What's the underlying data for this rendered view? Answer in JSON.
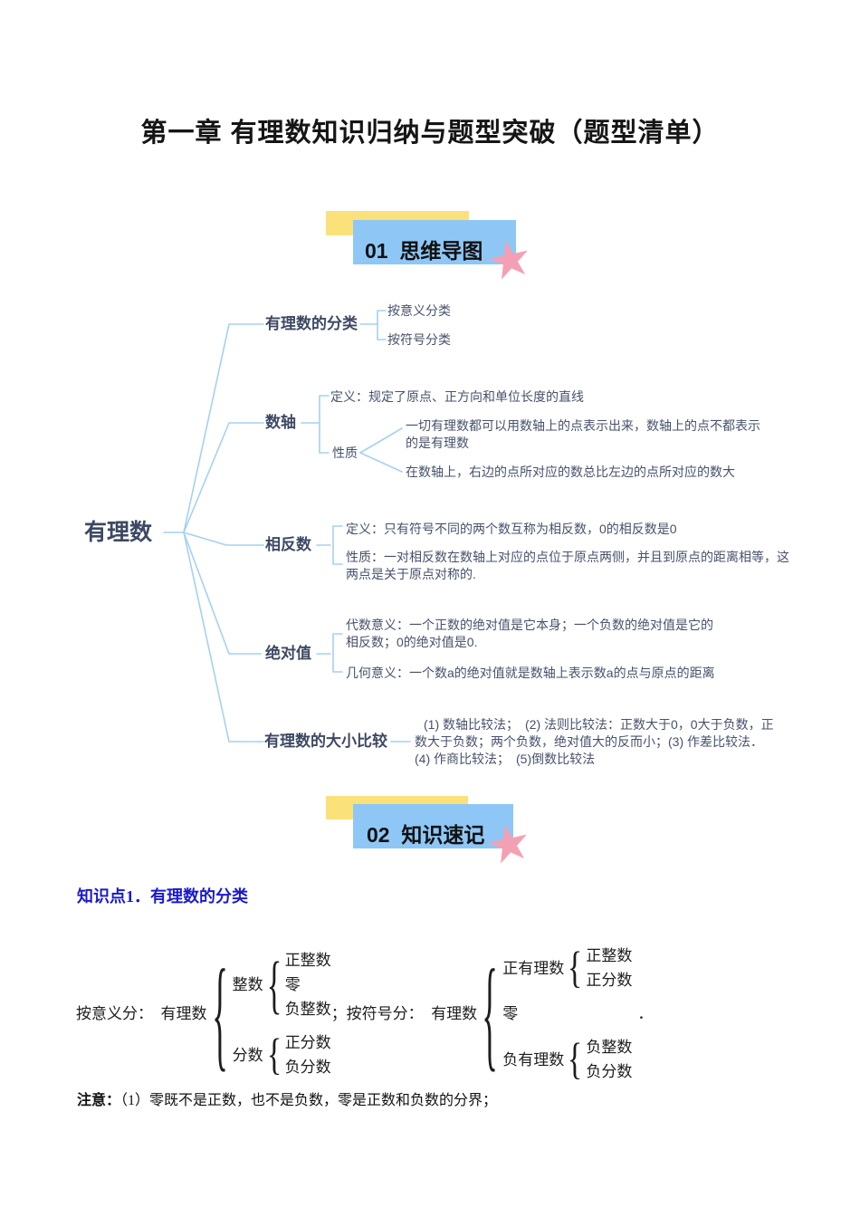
{
  "title": "第一章 有理数知识归纳与题型突破（题型清单）",
  "banners": {
    "b1_label": "01  思维导图",
    "b2_label": "02  知识速记",
    "star_icon": "star",
    "accent_yellow": "#FBE17A",
    "accent_blue": "#8EC7F6",
    "accent_pink": "#F4A0B4"
  },
  "mindmap": {
    "line_color": "#A5D1F0",
    "text_color": "#3D4963",
    "root": "有理数",
    "branches": [
      {
        "label": "有理数的分类",
        "children": [
          "按意义分类",
          "按符号分类"
        ]
      },
      {
        "label": "数轴",
        "definition": "定义：规定了原点、正方向和单位长度的直线",
        "property_label": "性质",
        "properties": [
          "一切有理数都可以用数轴上的点表示出来，数轴上的点不都表示的是有理数",
          "在数轴上，右边的点所对应的数总比左边的点所对应的数大"
        ]
      },
      {
        "label": "相反数",
        "definition": "定义：只有符号不同的两个数互称为相反数，0的相反数是0",
        "property": "性质：一对相反数在数轴上对应的点位于原点两侧，并且到原点的距离相等，这两点是关于原点对称的."
      },
      {
        "label": "绝对值",
        "algebraic": "代数意义：一个正数的绝对值是它本身；一个负数的绝对值是它的相反数；0的绝对值是0.",
        "geometric": "几何意义：一个数a的绝对值就是数轴上表示数a的点与原点的距离"
      },
      {
        "label": "有理数的大小比较",
        "methods": "(1) 数轴比较法；　(2) 法则比较法：正数大于0，0大于负数，正数大于负数；两个负数，绝对值大的反而小；(3) 作差比较法．　(4) 作商比较法；　(5)倒数比较法"
      }
    ]
  },
  "knowledge": {
    "heading": "知识点1．有理数的分类",
    "heading_color": "#1A1ACC",
    "by_meaning_label": "按意义分：  ",
    "rational1": "有理数",
    "integers_label": "整数",
    "int_children": [
      "正整数",
      "零",
      "负整数"
    ],
    "fractions_label": "分数",
    "frac_children": [
      "正分数",
      "负分数"
    ],
    "by_sign_label": "；按符号分：  ",
    "rational2": "有理数",
    "pos_rational_label": "正有理数",
    "pos_children": [
      "正整数",
      "正分数"
    ],
    "zero": "零",
    "neg_rational_label": "负有理数",
    "neg_children": [
      "负整数",
      "负分数"
    ],
    "period": "．",
    "note_label": "注意：",
    "note_text": "（1）零既不是正数，也不是负数，零是正数和负数的分界；"
  }
}
